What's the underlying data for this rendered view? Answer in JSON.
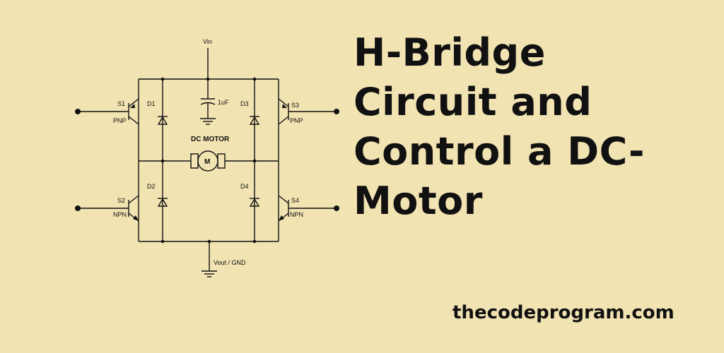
{
  "title_lines": [
    "H-Bridge",
    "Circuit and",
    "Control a DC-",
    "Motor"
  ],
  "website": "thecodeprogram.com",
  "schematic": {
    "vin_label": "Vin",
    "capacitor_label": "1uF",
    "motor_caption": "DC MOTOR",
    "motor_symbol": "M",
    "ground_label": "Vout / GND",
    "transistors": [
      {
        "name": "S1",
        "type": "PNP"
      },
      {
        "name": "S2",
        "type": "NPN"
      },
      {
        "name": "S3",
        "type": "PNP"
      },
      {
        "name": "S4",
        "type": "NPN"
      }
    ],
    "diodes": [
      "D1",
      "D2",
      "D3",
      "D4"
    ],
    "colors": {
      "background": "#f2e3b2",
      "ink": "#111111"
    }
  }
}
